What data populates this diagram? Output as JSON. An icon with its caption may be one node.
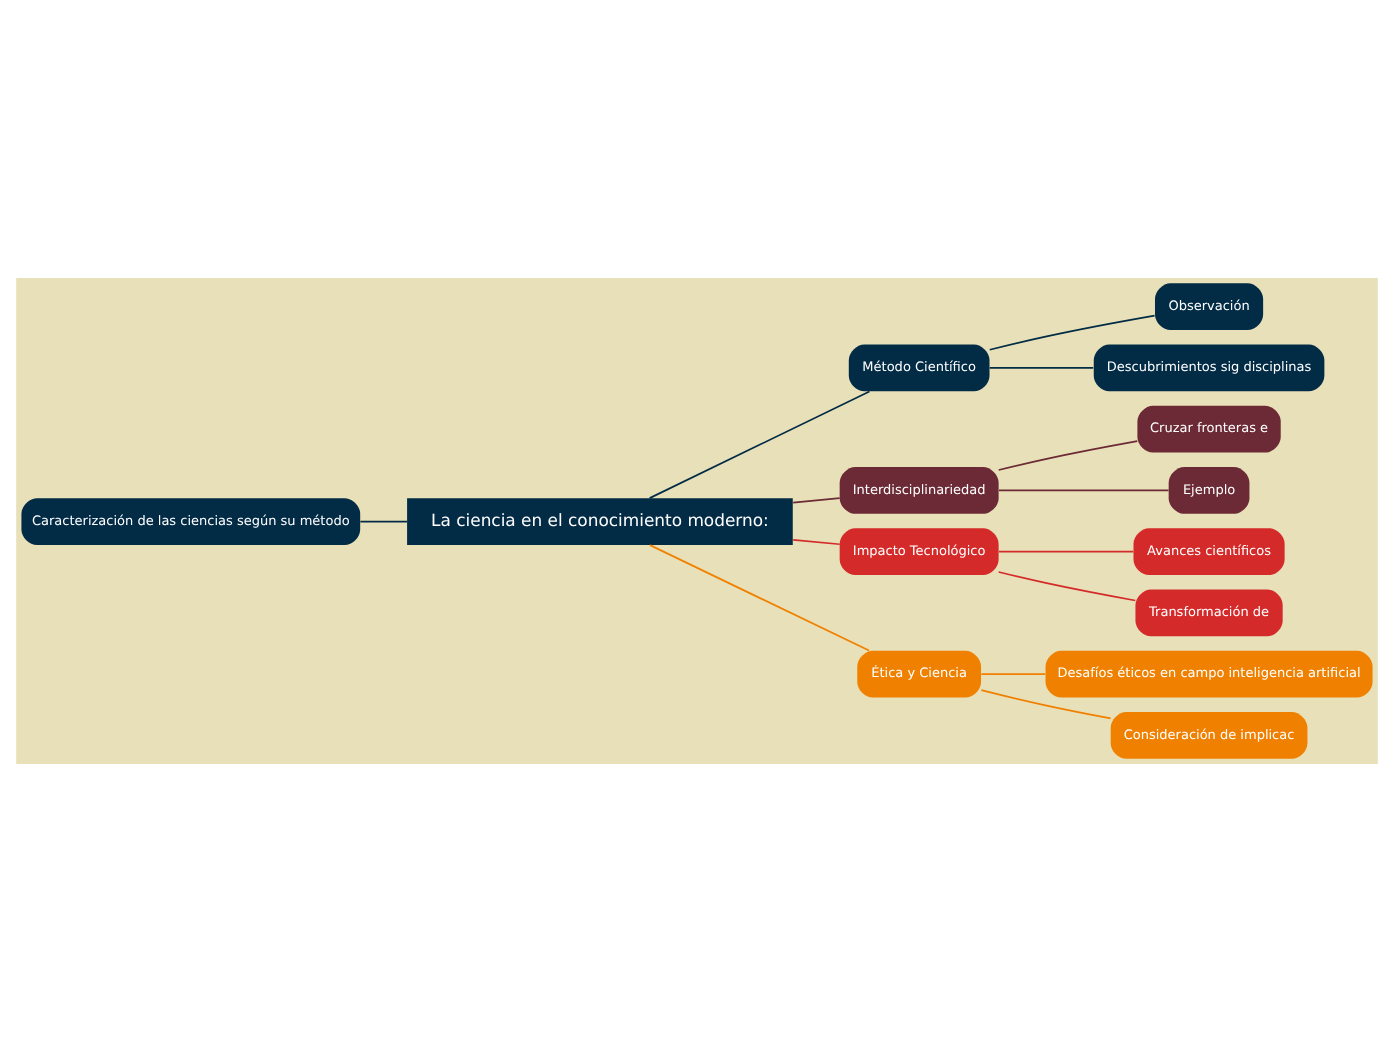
{
  "diagram": {
    "nodes": [
      {
        "text": [
          "La ciencia en el conocimiento moderno:"
        ]
      },
      {
        "text": [
          "Caracterización de las ciencias según su método"
        ]
      },
      {
        "text": [
          "Método Científico"
        ]
      },
      {
        "text": [
          "Observación"
        ]
      },
      {
        "text": [
          "Descubrimientos sig disciplinas"
        ]
      },
      {
        "text": [
          "Interdisciplinariedad"
        ]
      },
      {
        "text": [
          "Cruzar fronteras e"
        ]
      },
      {
        "text": [
          "Ejemplo"
        ]
      },
      {
        "text": [
          "Impacto Tecnológico"
        ]
      },
      {
        "text": [
          "Avances científicos"
        ]
      },
      {
        "text": [
          "Transformación de"
        ]
      },
      {
        "text": [
          "Ética y Ciencia"
        ]
      },
      {
        "text": [
          "Desafíos éticos en campo inteligencia artificial"
        ]
      },
      {
        "text": [
          "Consideración de implicac"
        ]
      }
    ],
    "edges": [
      {
        "from": 0,
        "to": 1,
        "arrow": "none",
        "color": "#022b46"
      },
      {
        "from": 0,
        "to": 2,
        "arrow": "none",
        "color": "#022b46"
      },
      {
        "from": 2,
        "to": 3,
        "arrow": "none",
        "color": "#022b46"
      },
      {
        "from": 2,
        "to": 4,
        "arrow": "none",
        "color": "#022b46"
      },
      {
        "from": 0,
        "to": 5,
        "arrow": "none",
        "color": "#6b2a35"
      },
      {
        "from": 5,
        "to": 6,
        "arrow": "none",
        "color": "#6b2a35"
      },
      {
        "from": 5,
        "to": 7,
        "arrow": "none",
        "color": "#6b2a35"
      },
      {
        "from": 0,
        "to": 8,
        "arrow": "none",
        "color": "#d42a2a"
      },
      {
        "from": 8,
        "to": 9,
        "arrow": "none",
        "color": "#d42a2a"
      },
      {
        "from": 8,
        "to": 10,
        "arrow": "none",
        "color": "#d42a2a"
      },
      {
        "from": 0,
        "to": 11,
        "arrow": "none",
        "color": "#f08000"
      },
      {
        "from": 11,
        "to": 12,
        "arrow": "none",
        "color": "#f08000"
      },
      {
        "from": 11,
        "to": 13,
        "arrow": "none",
        "color": "#f08000"
      }
    ]
  }
}
